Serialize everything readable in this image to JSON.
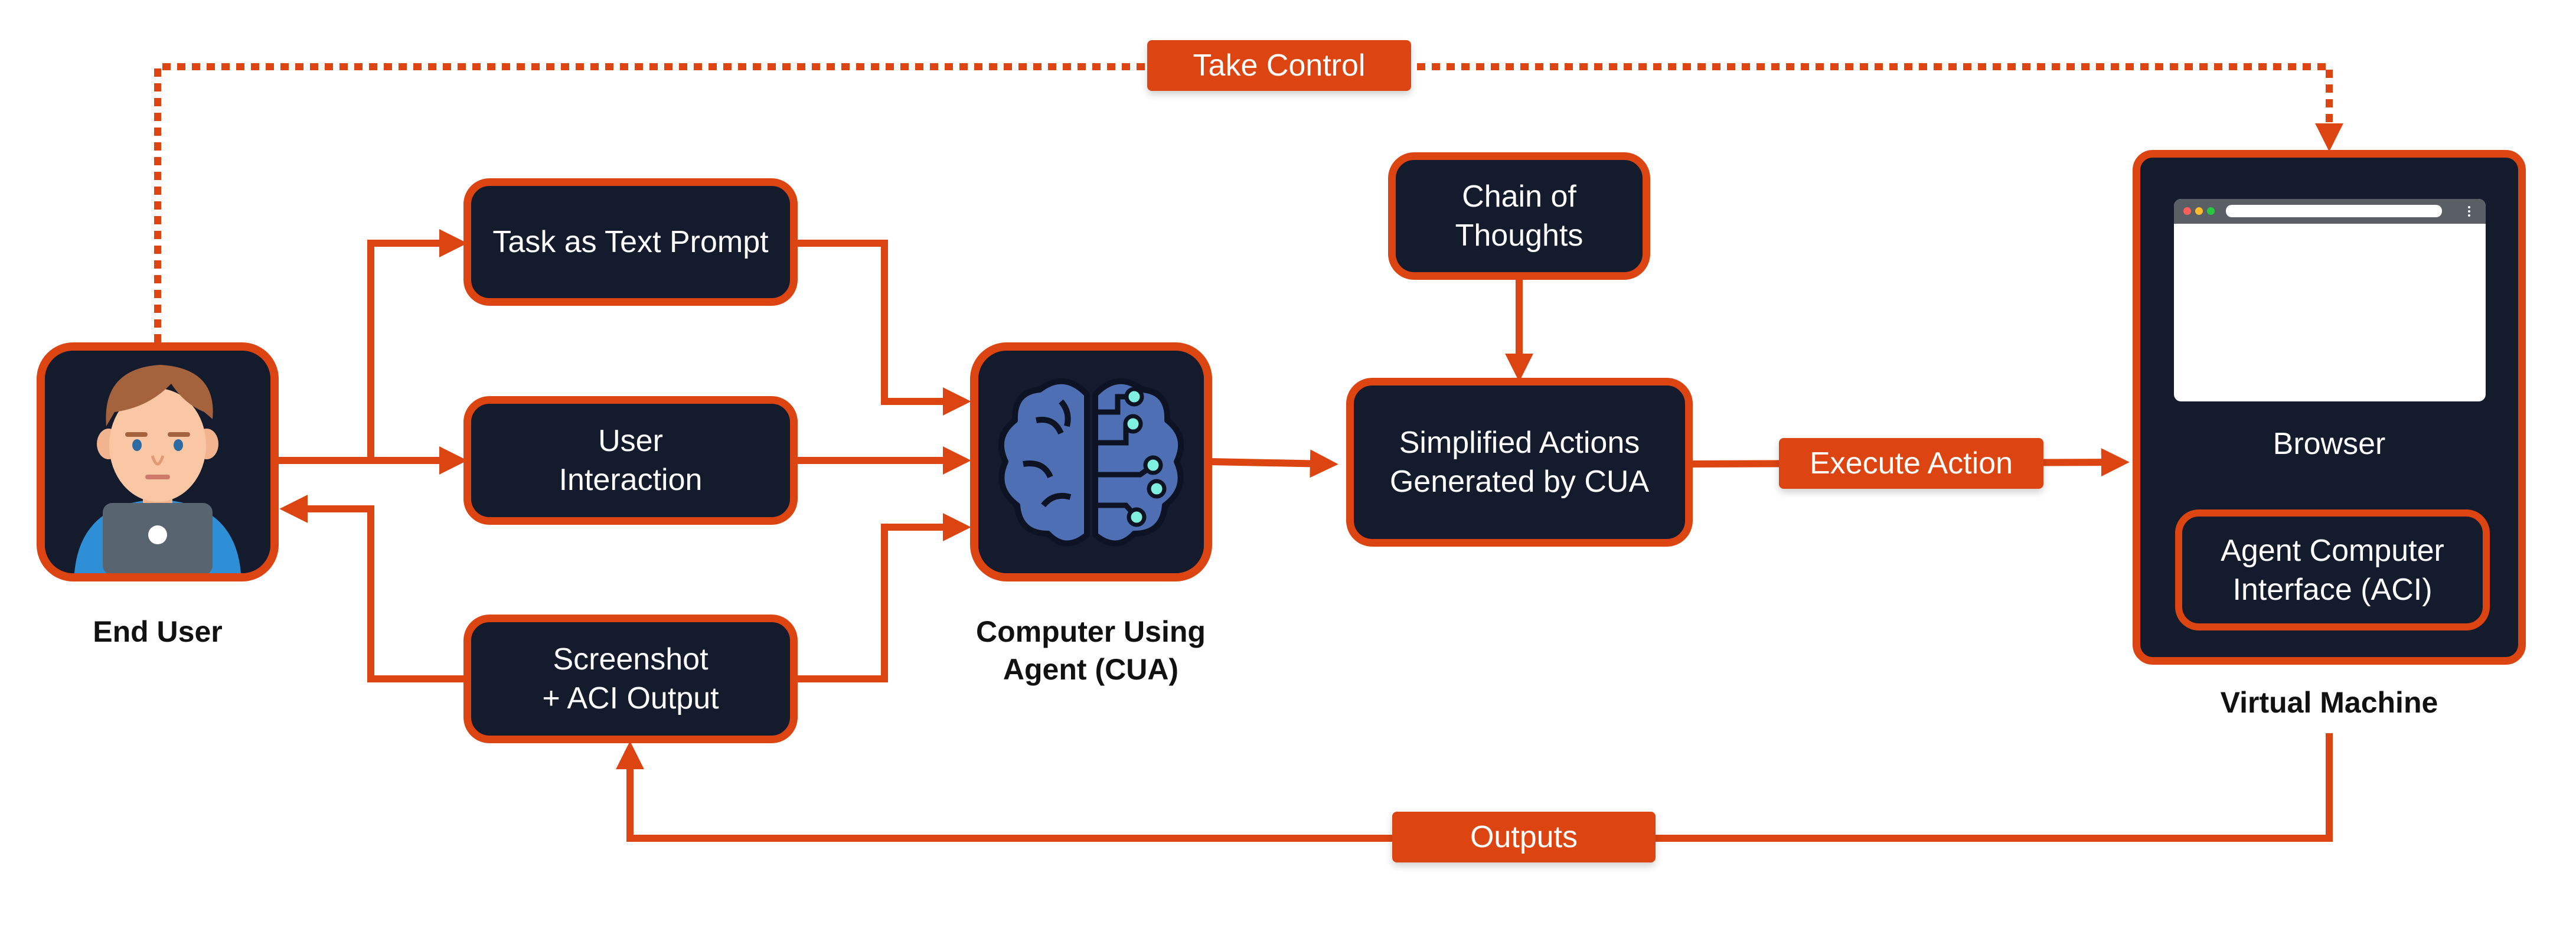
{
  "labels": {
    "take_control": "Take Control",
    "execute_action": "Execute Action",
    "outputs": "Outputs"
  },
  "inputs": {
    "task_prompt": "Task as Text Prompt",
    "user_interaction": "User\nInteraction",
    "screenshot": "Screenshot\n+ ACI Output"
  },
  "nodes": {
    "end_user": "End User",
    "cua": "Computer Using\nAgent (CUA)",
    "chain_of_thoughts": "Chain of\nThoughts",
    "simplified_actions": "Simplified Actions\nGenerated by CUA",
    "virtual_machine": "Virtual Machine",
    "browser": "Browser",
    "aci": "Agent Computer\nInterface (ACI)"
  },
  "colors": {
    "accent": "#dc4412",
    "box_fill": "#131b2c",
    "text_light": "#ffffff",
    "text_dark": "#111111",
    "brain": "#4f6fb5",
    "circuit": "#7ff0e0"
  },
  "icons": {
    "end_user": "user-with-laptop-icon",
    "cua": "brain-circuit-icon",
    "browser": "browser-window-icon"
  }
}
